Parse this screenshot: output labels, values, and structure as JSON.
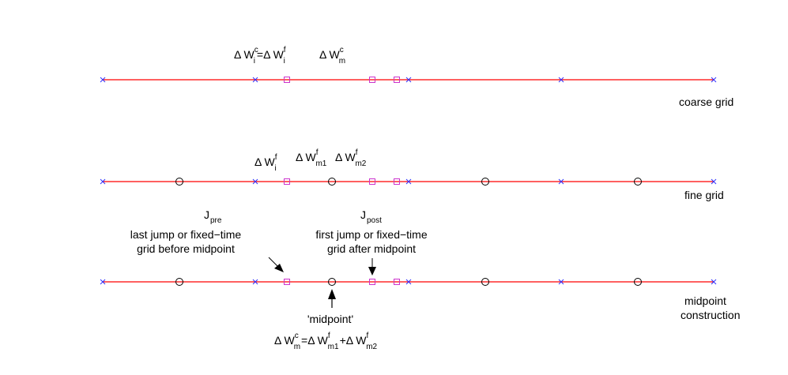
{
  "colors": {
    "line": "#ff0000",
    "cross": "#3333ff",
    "square": "#cc33cc",
    "circle": "#000000"
  },
  "rows": [
    {
      "label": [
        "coarse grid"
      ]
    },
    {
      "label": [
        "fine grid"
      ]
    },
    {
      "label": [
        "midpoint",
        "construction"
      ]
    }
  ],
  "annotations": {
    "coarse_wi": {
      "base": "Δ W",
      "sub": "i",
      "sup": "c",
      "mid": "=Δ W",
      "sub2": "i",
      "sup2": "f"
    },
    "coarse_wm": {
      "base": "Δ W",
      "sub": "m",
      "sup": "c"
    },
    "fine_wi": {
      "base": "Δ W",
      "sub": "i",
      "sup": "f"
    },
    "fine_wm1": {
      "base": "Δ W",
      "sub": "m1",
      "sup": "f"
    },
    "fine_wm2": {
      "base": "Δ W",
      "sub": "m2",
      "sup": "f"
    },
    "jpre": {
      "base": "J",
      "sub": "pre",
      "line1": "last jump or fixed−time",
      "line2": "grid before midpoint"
    },
    "jpost": {
      "base": "J",
      "sub": "post",
      "line1": "first jump or fixed−time",
      "line2": "grid after midpoint"
    },
    "midpoint": "'midpoint'",
    "formula": {
      "a": "Δ W",
      "a_sub": "m",
      "a_sup": "c",
      "b": "=Δ W",
      "b_sub": "m1",
      "b_sup": "f",
      "c": "+Δ W",
      "c_sub": "m2",
      "c_sup": "f"
    }
  }
}
